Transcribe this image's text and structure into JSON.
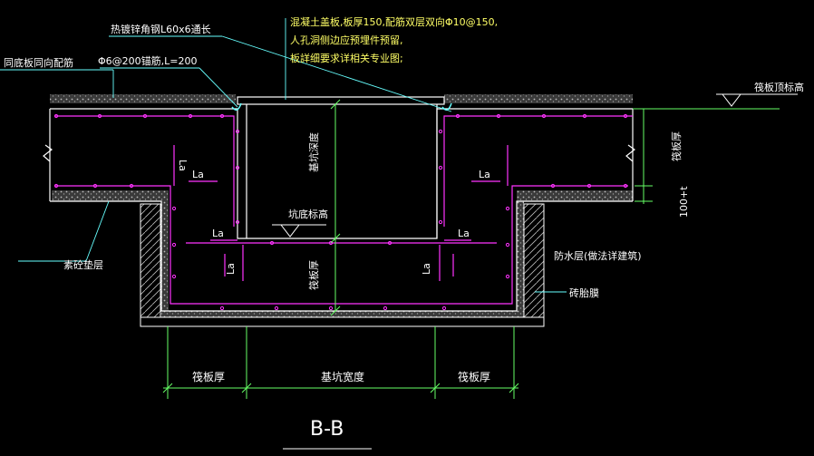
{
  "notes": {
    "top_line1": "混凝土盖板,板厚150,配筋双层双向Φ10@150,",
    "top_line2": "人孔洞侧边应预埋件预留,",
    "top_line3": "板詳细要求详相关专业图;"
  },
  "labels": {
    "angle_steel": "热镀锌角钢L60x6通长",
    "anchor_bar": "Φ6@200锚筋,L=200",
    "same_rebar": "同底板同向配筋",
    "slab_top_elev": "筏板顶标高",
    "slab_thickness_right": "筏板厚",
    "dim_100_t": "100+t",
    "pit_depth": "基坑深度",
    "pit_bottom_elev": "坑底标高",
    "slab_thickness_center": "筏板厚",
    "waterproof_layer": "防水层(做法详建筑)",
    "brick_mold": "砖胎膜",
    "cushion": "素砼垫层",
    "la": "La",
    "dim_left": "筏板厚",
    "dim_mid": "基坑宽度",
    "dim_right": "筏板厚",
    "section_title": "B-B"
  },
  "colors": {
    "rebar": "#ff33ff",
    "concrete": "#ffffff",
    "dimension": "#66ff66",
    "leader": "#66ffff",
    "text": "#ffffff",
    "fill_hatch": "#888888"
  }
}
